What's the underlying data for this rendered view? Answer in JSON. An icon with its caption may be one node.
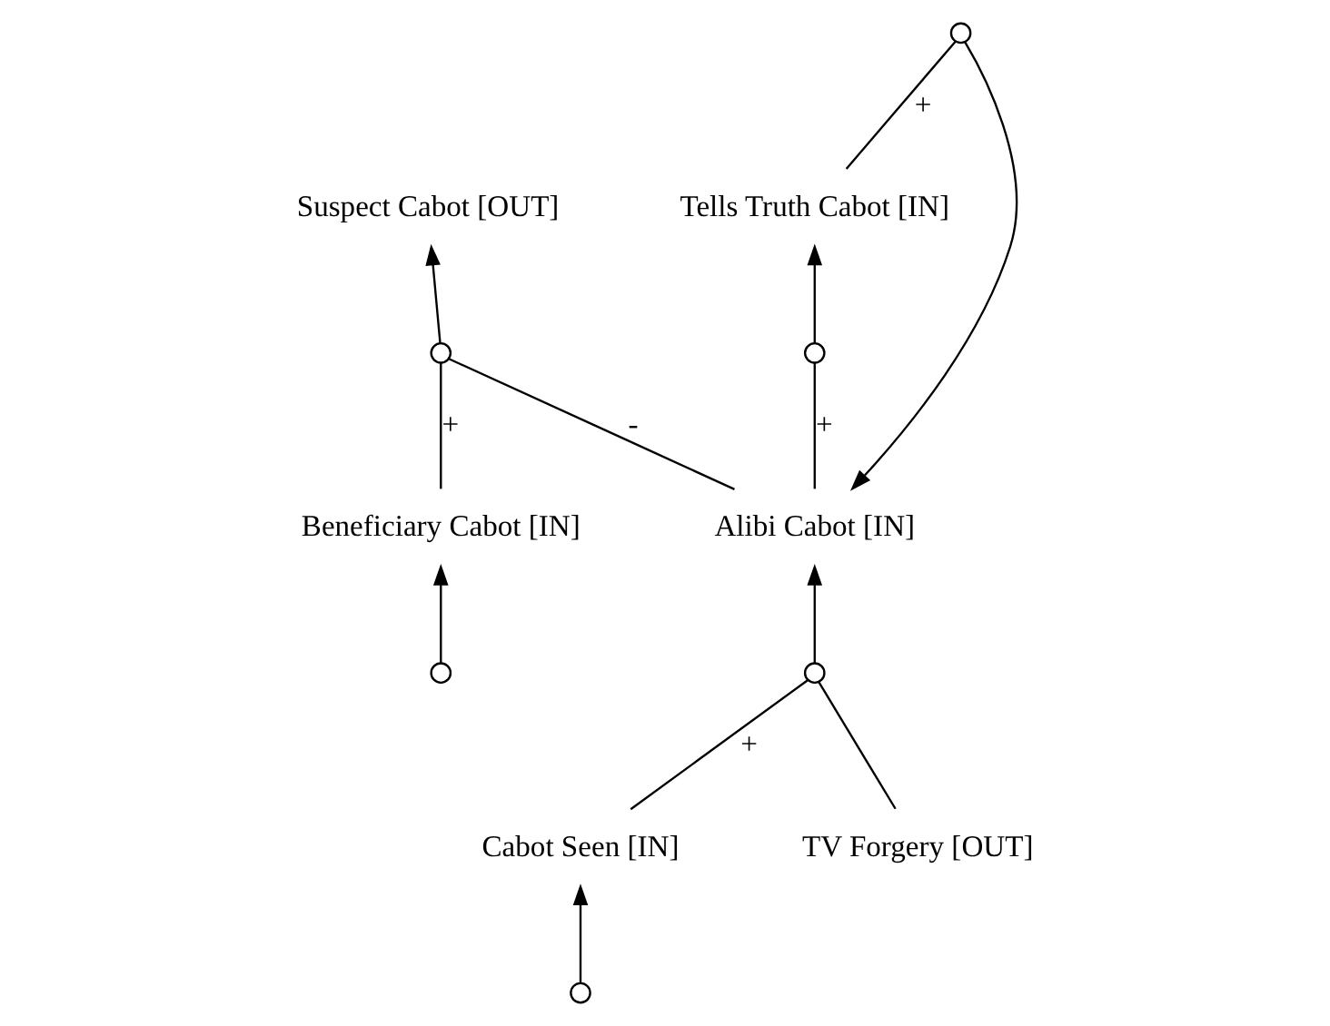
{
  "diagram": {
    "nodes": [
      {
        "text": [
          "Suspect Cabot [OUT]"
        ]
      },
      {
        "text": [],
        "shape": "circle"
      },
      {
        "text": [
          "Beneficiary Cabot [IN]"
        ]
      },
      {
        "text": [
          "Alibi Cabot [IN]"
        ]
      },
      {
        "text": [],
        "shape": "circle"
      },
      {
        "text": [],
        "shape": "circle"
      },
      {
        "text": [],
        "shape": "circle"
      },
      {
        "text": [
          "Tells Truth Cabot [IN]"
        ]
      },
      {
        "text": [],
        "shape": "circle"
      },
      {
        "text": [
          "Cabot Seen [IN]"
        ]
      },
      {
        "text": [
          "TV Forgery [OUT]"
        ]
      },
      {
        "text": [],
        "shape": "circle"
      }
    ],
    "edges": [
      {
        "from": 2,
        "to": 1,
        "arrow": "none",
        "label": "+"
      },
      {
        "from": 3,
        "to": 1,
        "arrow": "none",
        "label": "-"
      },
      {
        "from": 1,
        "to": 0,
        "arrow": "to"
      },
      {
        "from": 5,
        "to": 2,
        "arrow": "to"
      },
      {
        "from": 3,
        "to": 4,
        "arrow": "none",
        "label": "+"
      },
      {
        "from": 4,
        "to": 7,
        "arrow": "to"
      },
      {
        "from": 7,
        "to": 6,
        "arrow": "none",
        "label": "+"
      },
      {
        "from": 6,
        "to": 3,
        "arrow": "to"
      },
      {
        "from": 9,
        "to": 8,
        "arrow": "none",
        "label": "+"
      },
      {
        "from": 10,
        "to": 8,
        "arrow": "none"
      },
      {
        "from": 8,
        "to": 3,
        "arrow": "to"
      },
      {
        "from": 11,
        "to": 9,
        "arrow": "to"
      }
    ]
  }
}
